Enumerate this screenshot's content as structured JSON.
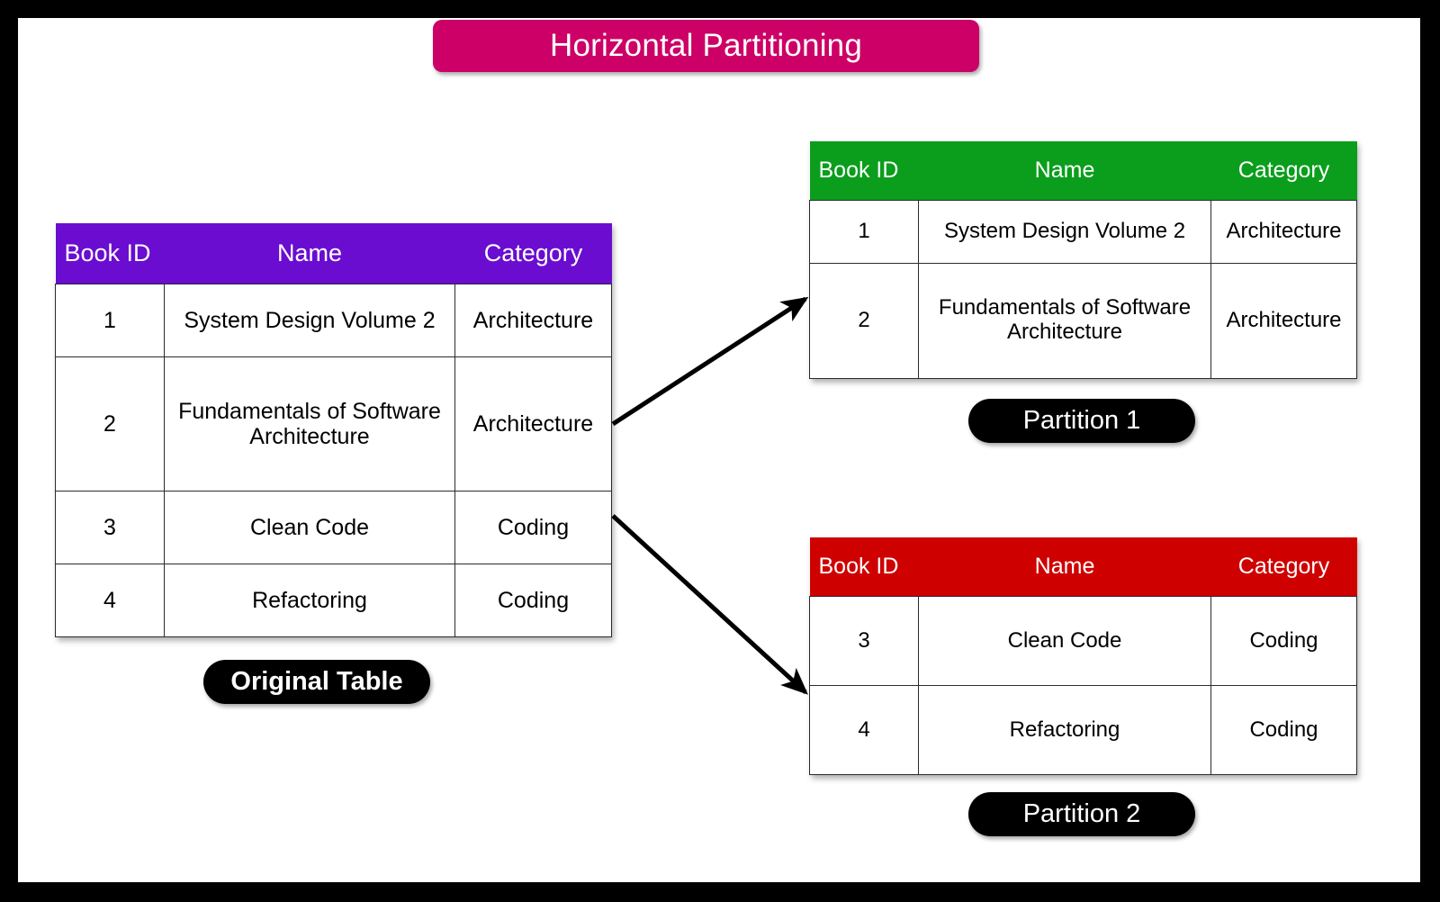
{
  "title": {
    "text": "Horizontal Partitioning",
    "background": "#cc0066",
    "color": "#ffffff"
  },
  "frame": {
    "border_color": "#000000",
    "canvas_color": "#ffffff"
  },
  "columns": [
    "Book ID",
    "Name",
    "Category"
  ],
  "original_table": {
    "label": "Original Table",
    "header_color": "#6a0dd0",
    "headers": [
      "Book ID",
      "Name",
      "Category"
    ],
    "rows": [
      {
        "id": "1",
        "name": "System Design Volume 2",
        "category": "Architecture"
      },
      {
        "id": "2",
        "name": "Fundamentals of Software Architecture",
        "category": "Architecture"
      },
      {
        "id": "3",
        "name": "Clean Code",
        "category": "Coding"
      },
      {
        "id": "4",
        "name": "Refactoring",
        "category": "Coding"
      }
    ]
  },
  "partition_1": {
    "label": "Partition 1",
    "header_color": "#0a9e1c",
    "headers": [
      "Book ID",
      "Name",
      "Category"
    ],
    "rows": [
      {
        "id": "1",
        "name": "System Design Volume 2",
        "category": "Architecture"
      },
      {
        "id": "2",
        "name": "Fundamentals of Software Architecture",
        "category": "Architecture"
      }
    ]
  },
  "partition_2": {
    "label": "Partition 2",
    "header_color": "#cf0000",
    "headers": [
      "Book ID",
      "Name",
      "Category"
    ],
    "rows": [
      {
        "id": "3",
        "name": "Clean Code",
        "category": "Coding"
      },
      {
        "id": "4",
        "name": "Refactoring",
        "category": "Coding"
      }
    ]
  },
  "arrows": [
    {
      "name": "arrow-to-partition-1",
      "from": "original-table-row-2",
      "to": "partition-1-table",
      "color": "#000000"
    },
    {
      "name": "arrow-to-partition-2",
      "from": "original-table-row-3",
      "to": "partition-2-table",
      "color": "#000000"
    }
  ]
}
